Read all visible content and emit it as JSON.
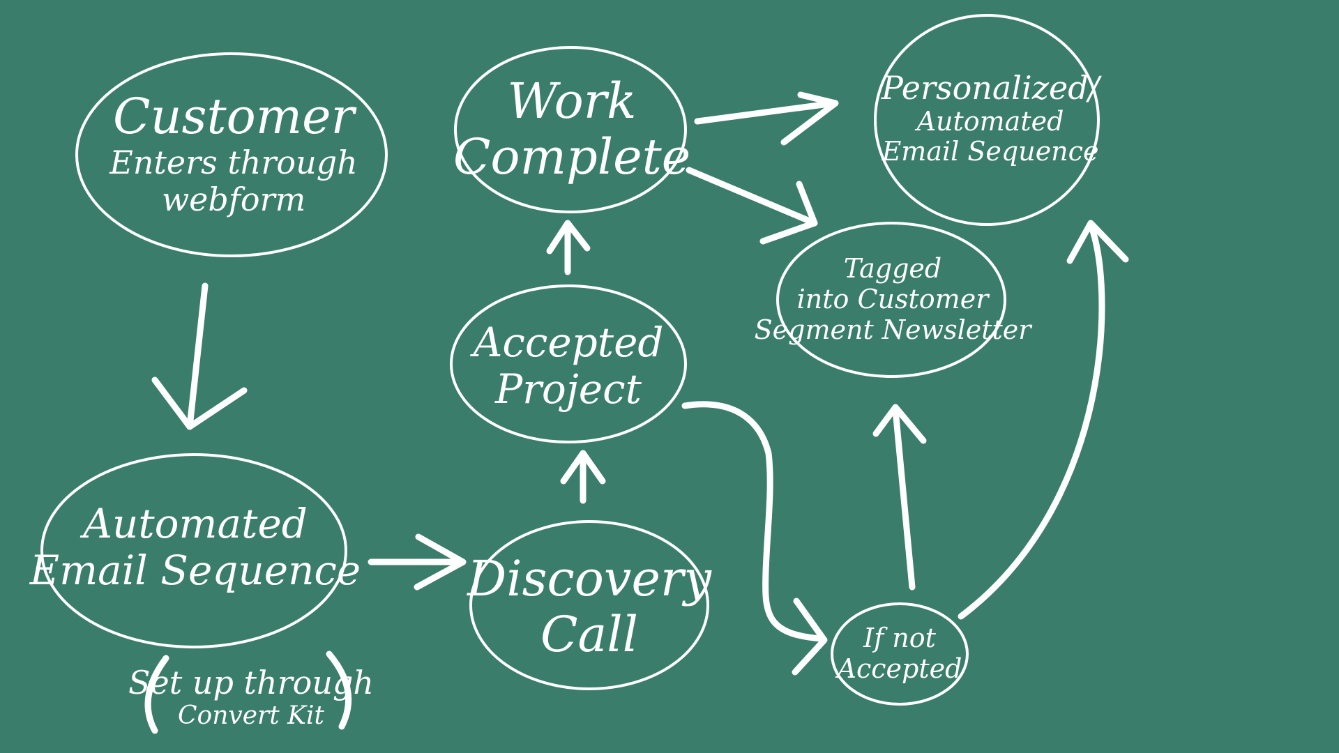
{
  "nodes": {
    "customer_enters": {
      "line1": "Customer",
      "line2": "Enters through",
      "line3": "webform"
    },
    "automated_email": {
      "line1": "Automated",
      "line2": "Email Sequence"
    },
    "setup_note": {
      "line1": "Set up through",
      "line2": "Convert Kit"
    },
    "discovery_call": {
      "line1": "Discovery",
      "line2": "Call"
    },
    "accepted_project": {
      "line1": "Accepted",
      "line2": "Project"
    },
    "work_complete": {
      "line1": "Work",
      "line2": "Complete"
    },
    "personalized_email": {
      "line1": "Personalized/",
      "line2": "Automated",
      "line3": "Email Sequence"
    },
    "tagged_newsletter": {
      "line1": "Tagged",
      "line2": "into Customer",
      "line3": "Segment Newsletter"
    },
    "if_not_accepted": {
      "line1": "If not",
      "line2": "Accepted"
    }
  },
  "colors": {
    "background": "#3a7d6b",
    "chalk": "#ffffff"
  }
}
